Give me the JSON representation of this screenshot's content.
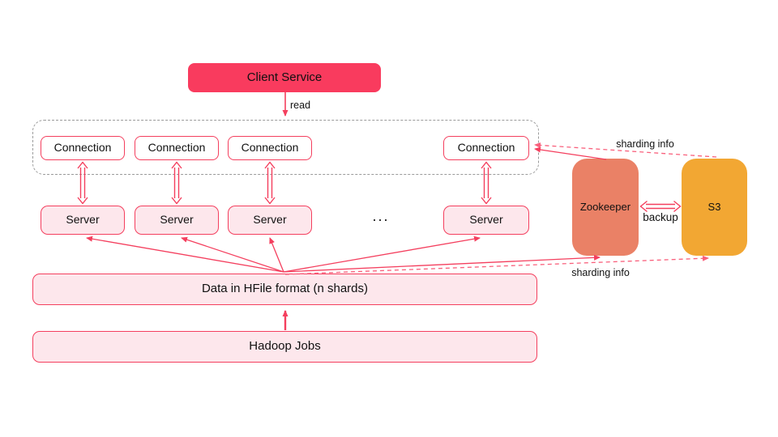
{
  "diagram": {
    "nodes": {
      "client_service": "Client Service",
      "connections": [
        "Connection",
        "Connection",
        "Connection",
        "Connection"
      ],
      "servers": [
        "Server",
        "Server",
        "Server",
        "Server"
      ],
      "ellipsis": "...",
      "zookeeper": "Zookeeper",
      "s3": "S3",
      "data_hfile": "Data in HFile format (n shards)",
      "hadoop_jobs": "Hadoop Jobs"
    },
    "edge_labels": {
      "read": "read",
      "sharding_info_top": "sharding info",
      "backup": "backup",
      "sharding_info_bottom": "sharding info"
    },
    "edges": [
      {
        "from": "client_service",
        "to": "connection-pool",
        "label": "read",
        "style": "solid"
      },
      {
        "from": "connection-1",
        "to": "server-1",
        "style": "double-arrow"
      },
      {
        "from": "connection-2",
        "to": "server-2",
        "style": "double-arrow"
      },
      {
        "from": "connection-3",
        "to": "server-3",
        "style": "double-arrow"
      },
      {
        "from": "connection-4",
        "to": "server-4",
        "style": "double-arrow"
      },
      {
        "from": "zookeeper",
        "to": "connection-4",
        "style": "solid"
      },
      {
        "from": "s3",
        "to": "connection-4",
        "label": "sharding info",
        "style": "dashed"
      },
      {
        "from": "zookeeper",
        "to": "s3",
        "label": "backup",
        "style": "double-arrow"
      },
      {
        "from": "data_hfile",
        "to": "server-1",
        "style": "solid"
      },
      {
        "from": "data_hfile",
        "to": "server-2",
        "style": "solid"
      },
      {
        "from": "data_hfile",
        "to": "server-3",
        "style": "solid"
      },
      {
        "from": "data_hfile",
        "to": "server-4",
        "style": "solid"
      },
      {
        "from": "data_hfile",
        "to": "zookeeper",
        "style": "solid"
      },
      {
        "from": "data_hfile",
        "to": "s3",
        "label": "sharding info",
        "style": "dashed"
      },
      {
        "from": "hadoop_jobs",
        "to": "data_hfile",
        "style": "solid"
      }
    ],
    "colors": {
      "accent": "#f43f5e",
      "dashed_line": "#f9607c",
      "client_fill": "#f93b5e",
      "light_pink_fill": "#fde7ec",
      "zookeeper_fill": "#ea8166",
      "s3_fill": "#f2a733",
      "container_dash_border": "#9a9a9a",
      "text": "#111111"
    }
  }
}
